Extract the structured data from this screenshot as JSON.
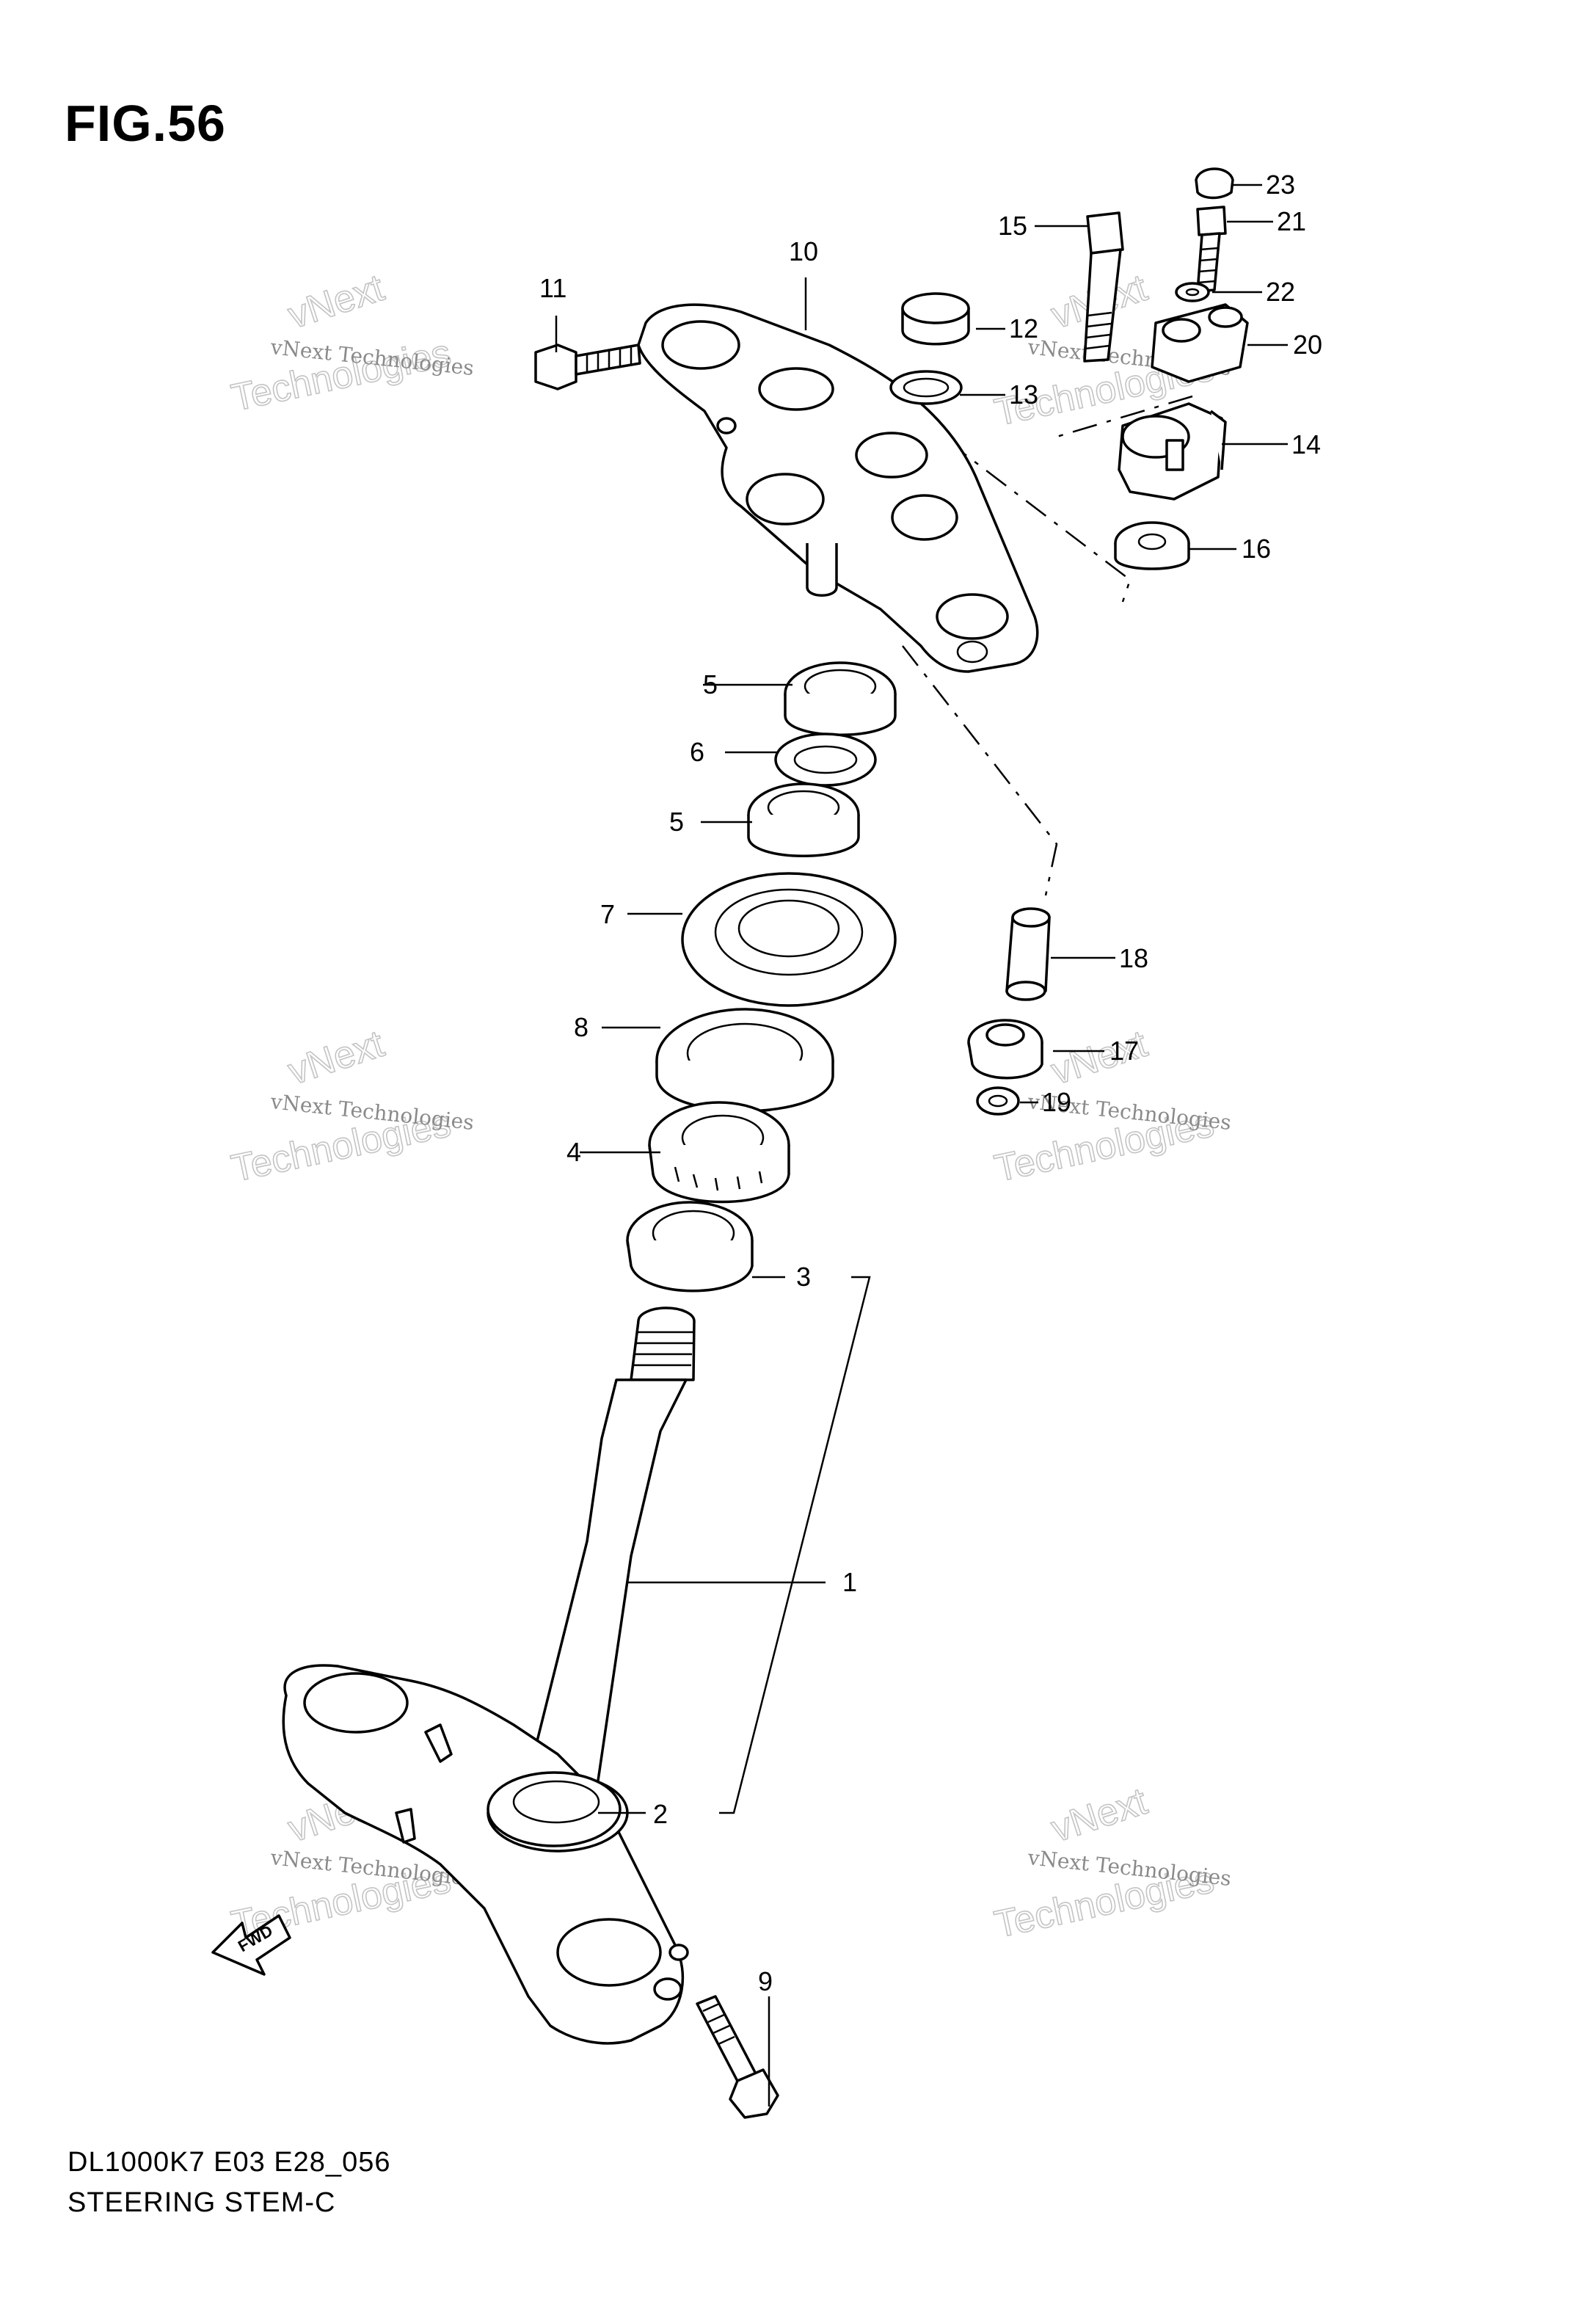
{
  "figure": {
    "title": "FIG.56",
    "model_code": "DL1000K7 E03 E28_056",
    "name": "STEERING STEM-C"
  },
  "watermark": {
    "line1": "vNext Technologies",
    "line2": "vNext",
    "line3": "Technologies"
  },
  "fwd_label": "FWD",
  "callouts": [
    "1",
    "2",
    "3",
    "4",
    "5",
    "5",
    "6",
    "7",
    "8",
    "9",
    "10",
    "11",
    "12",
    "13",
    "14",
    "15",
    "16",
    "17",
    "18",
    "19",
    "20",
    "21",
    "22",
    "23"
  ]
}
